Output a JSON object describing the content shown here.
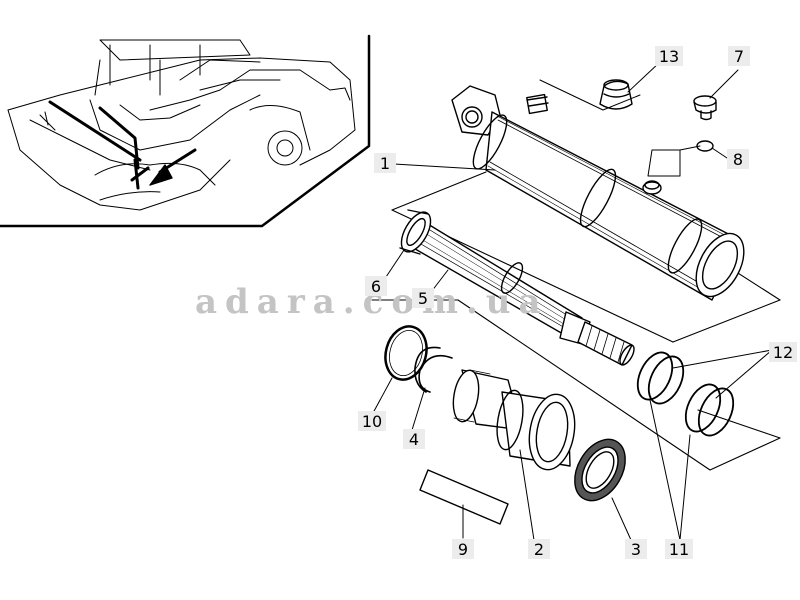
{
  "watermark": "adara.com.ua",
  "callouts": {
    "c1": "1",
    "c2": "2",
    "c3": "3",
    "c4": "4",
    "c5": "5",
    "c6": "6",
    "c7": "7",
    "c8": "8",
    "c9": "9",
    "c10": "10",
    "c11": "11",
    "c12": "12",
    "c13": "13"
  },
  "colors": {
    "line": "#000000",
    "callout_bg": "#ececec",
    "watermark": "#c4c4c4"
  }
}
